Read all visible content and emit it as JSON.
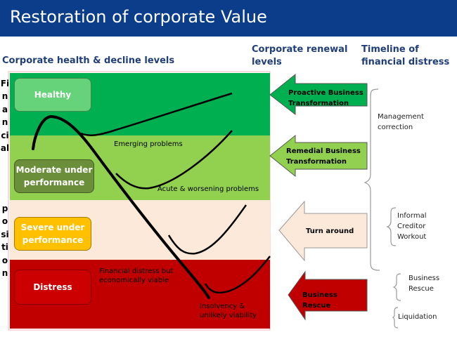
{
  "title": "Restoration of corporate Value",
  "headers": {
    "health": "Corporate health & decline levels",
    "renewal": "Corporate renewal levels",
    "timeline": "Timeline of financial distress"
  },
  "vertical_label": {
    "top": "Financial",
    "bottom": "position"
  },
  "bands": [
    {
      "label": "Healthy",
      "color": "#00b050",
      "box_color": "#66d27a"
    },
    {
      "label": "Moderate under performance",
      "color": "#92d050",
      "box_color": "#6b8e3a"
    },
    {
      "label": "Severe under performance",
      "color": "#fde9d9",
      "box_color": "#ffc000"
    },
    {
      "label": "Distress",
      "color": "#c00000",
      "box_color": "#cc0000"
    }
  ],
  "annotations": {
    "emerging": "Emerging problems",
    "acute": "Acute & worsening problems",
    "fin_distress": "Financial distress but economically viable",
    "insolvency": "Insolvency & unlikely viability"
  },
  "arrows": [
    {
      "label": "Proactive Business Transformation",
      "color": "#00b050"
    },
    {
      "label": "Remedial Business Transformation",
      "color": "#92d050"
    },
    {
      "label": "Turn around",
      "color": "#fde9d9"
    },
    {
      "label": "Business Rescue",
      "color": "#c00000"
    }
  ],
  "timeline": {
    "management": "Management correction",
    "informal": "Informal Creditor Workout",
    "rescue": "Business Rescue",
    "liquidation": "Liquidation"
  }
}
